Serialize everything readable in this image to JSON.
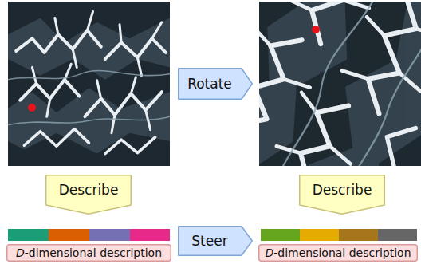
{
  "diagram": {
    "nodes": [
      {
        "text": [
          "Rotate"
        ]
      },
      {
        "text": [
          "Describe"
        ]
      },
      {
        "text": [
          "Describe"
        ]
      },
      {
        "text": [
          "Steer"
        ]
      },
      {
        "text": [
          "D-dimensional description"
        ]
      },
      {
        "text": [
          "D-dimensional description"
        ]
      }
    ]
  }
}
